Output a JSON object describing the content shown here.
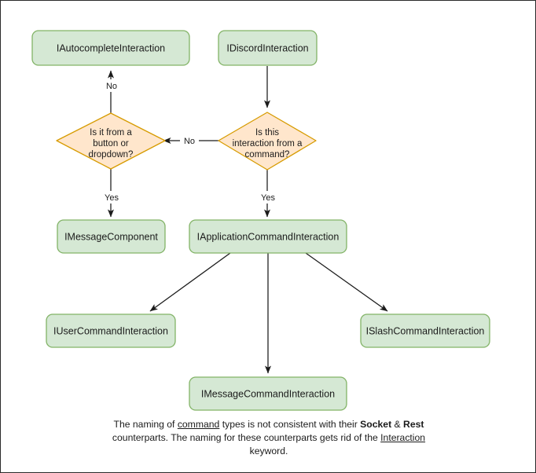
{
  "diagram": {
    "title": "Discord interaction type hierarchy flowchart",
    "colors": {
      "box_fill": "#d5e8d4",
      "box_stroke": "#82b366",
      "diamond_fill": "#ffe6cc",
      "diamond_stroke": "#d79b00",
      "edge": "#1b1b1b",
      "text": "#1b1b1b",
      "frame": "#2b2b2b",
      "background": "#ffffff"
    },
    "nodes": {
      "autocomplete": {
        "label": "IAutocompleteInteraction"
      },
      "discord": {
        "label": "IDiscordInteraction"
      },
      "button_or_dropdown": {
        "lines": [
          "Is it from a",
          "button or",
          "dropdown?"
        ]
      },
      "from_command": {
        "lines": [
          "Is this",
          "interaction from a",
          "command?"
        ]
      },
      "message_component": {
        "label": "IMessageComponent"
      },
      "application_command": {
        "label": "IApplicationCommandInteraction"
      },
      "user_command": {
        "label": "IUserCommandInteraction"
      },
      "slash_command": {
        "label": "ISlashCommandInteraction"
      },
      "message_command": {
        "label": "IMessageCommandInteraction"
      }
    },
    "edge_labels": {
      "discord_to_command": "",
      "command_no": "No",
      "command_yes": "Yes",
      "button_no": "No",
      "button_yes": "Yes"
    }
  },
  "caption": {
    "line1_a": "The naming of ",
    "line1_underline": "command",
    "line1_b": " types is not consistent with their",
    "line2_bold1": "Socket",
    "line2_amp": " & ",
    "line2_bold2": "Rest",
    "line2_rest": " counterparts. The naming for these",
    "line3_a": "counterparts gets rid of the ",
    "line3_underline": "Interaction",
    "line3_b": " keyword."
  }
}
